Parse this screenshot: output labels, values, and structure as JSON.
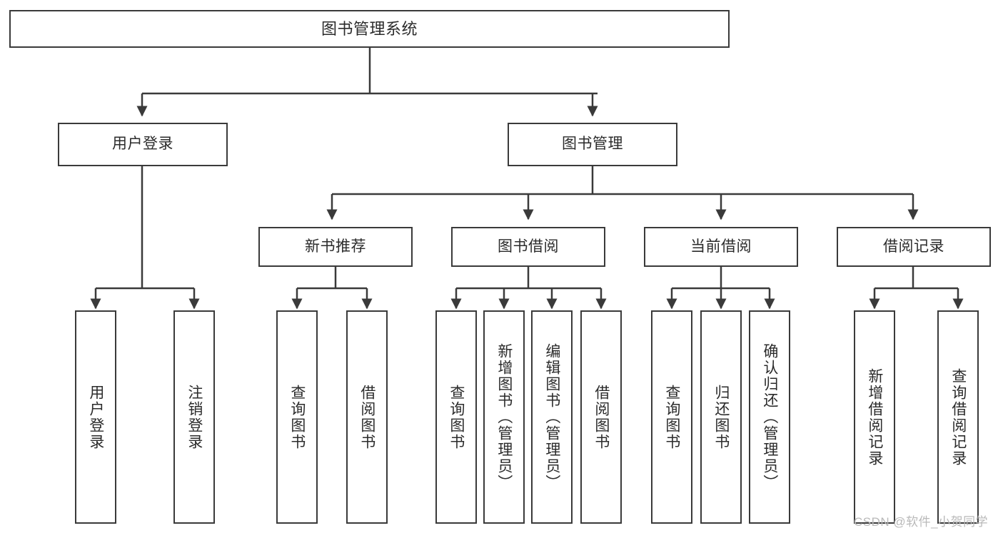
{
  "diagram": {
    "title": "图书管理系统",
    "type": "hierarchy-tree",
    "stroke_color": "#3a3a3a",
    "text_color": "#2b2b2b",
    "background": "#ffffff"
  },
  "nodes": {
    "root": {
      "label": "图书管理系统"
    },
    "level1": [
      {
        "label": "用户登录"
      },
      {
        "label": "图书管理"
      }
    ],
    "level2": [
      {
        "label": "新书推荐"
      },
      {
        "label": "图书借阅"
      },
      {
        "label": "当前借阅"
      },
      {
        "label": "借阅记录"
      }
    ],
    "leaves": {
      "user_login": [
        {
          "label": "用户登录"
        },
        {
          "label": "注销登录"
        }
      ],
      "new_book_recommend": [
        {
          "label": "查询图书"
        },
        {
          "label": "借阅图书"
        }
      ],
      "book_borrow": [
        {
          "label": "查询图书"
        },
        {
          "label": "新增图书（管理员）"
        },
        {
          "label": "编辑图书（管理员）"
        },
        {
          "label": "借阅图书"
        }
      ],
      "current_borrow": [
        {
          "label": "查询图书"
        },
        {
          "label": "归还图书"
        },
        {
          "label": "确认归还（管理员）"
        }
      ],
      "borrow_record": [
        {
          "label": "新增借阅记录"
        },
        {
          "label": "查询借阅记录"
        }
      ]
    }
  },
  "watermark": {
    "text": "CSDN @软件_小贺同学"
  }
}
